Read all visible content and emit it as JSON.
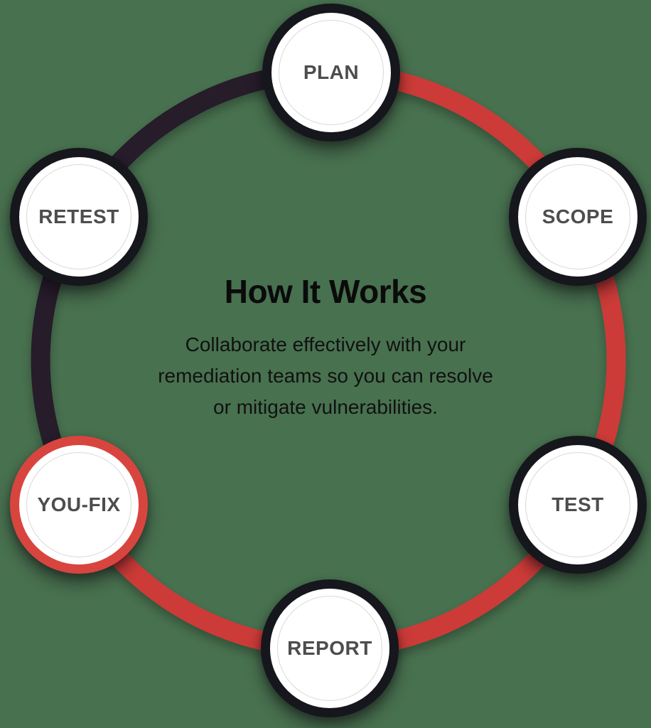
{
  "diagram": {
    "title": "How It Works",
    "subtitle_lines": [
      "Collaborate effectively with your",
      "remediation teams so you can resolve",
      "or mitigate vulnerabilities."
    ],
    "nodes": [
      {
        "id": "plan",
        "label": "PLAN",
        "variant": "dark"
      },
      {
        "id": "scope",
        "label": "SCOPE",
        "variant": "dark"
      },
      {
        "id": "test",
        "label": "TEST",
        "variant": "dark"
      },
      {
        "id": "report",
        "label": "REPORT",
        "variant": "dark"
      },
      {
        "id": "you-fix",
        "label": "YOU-FIX",
        "variant": "red"
      },
      {
        "id": "retest",
        "label": "RETEST",
        "variant": "dark"
      }
    ],
    "ring_segments": [
      {
        "name": "red-segment",
        "from": "PLAN",
        "to": "YOU-FIX",
        "direction": "clockwise",
        "color": "#cc3b37"
      },
      {
        "name": "dark-segment",
        "from": "PLAN",
        "to": "YOU-FIX",
        "direction": "counter-clockwise",
        "color": "#271a2b"
      }
    ],
    "colors": {
      "background": "#48714f",
      "arc_red": "#cc3b37",
      "arc_dark": "#271a2b",
      "node_border_dark": "#16161d",
      "node_border_red": "#d8453f",
      "node_fill": "#ffffff",
      "node_inner_ring": "#d9d9d9",
      "label_text": "#4d4d4d",
      "title_text": "#0b0b0b",
      "subtitle_text": "#111111"
    }
  }
}
